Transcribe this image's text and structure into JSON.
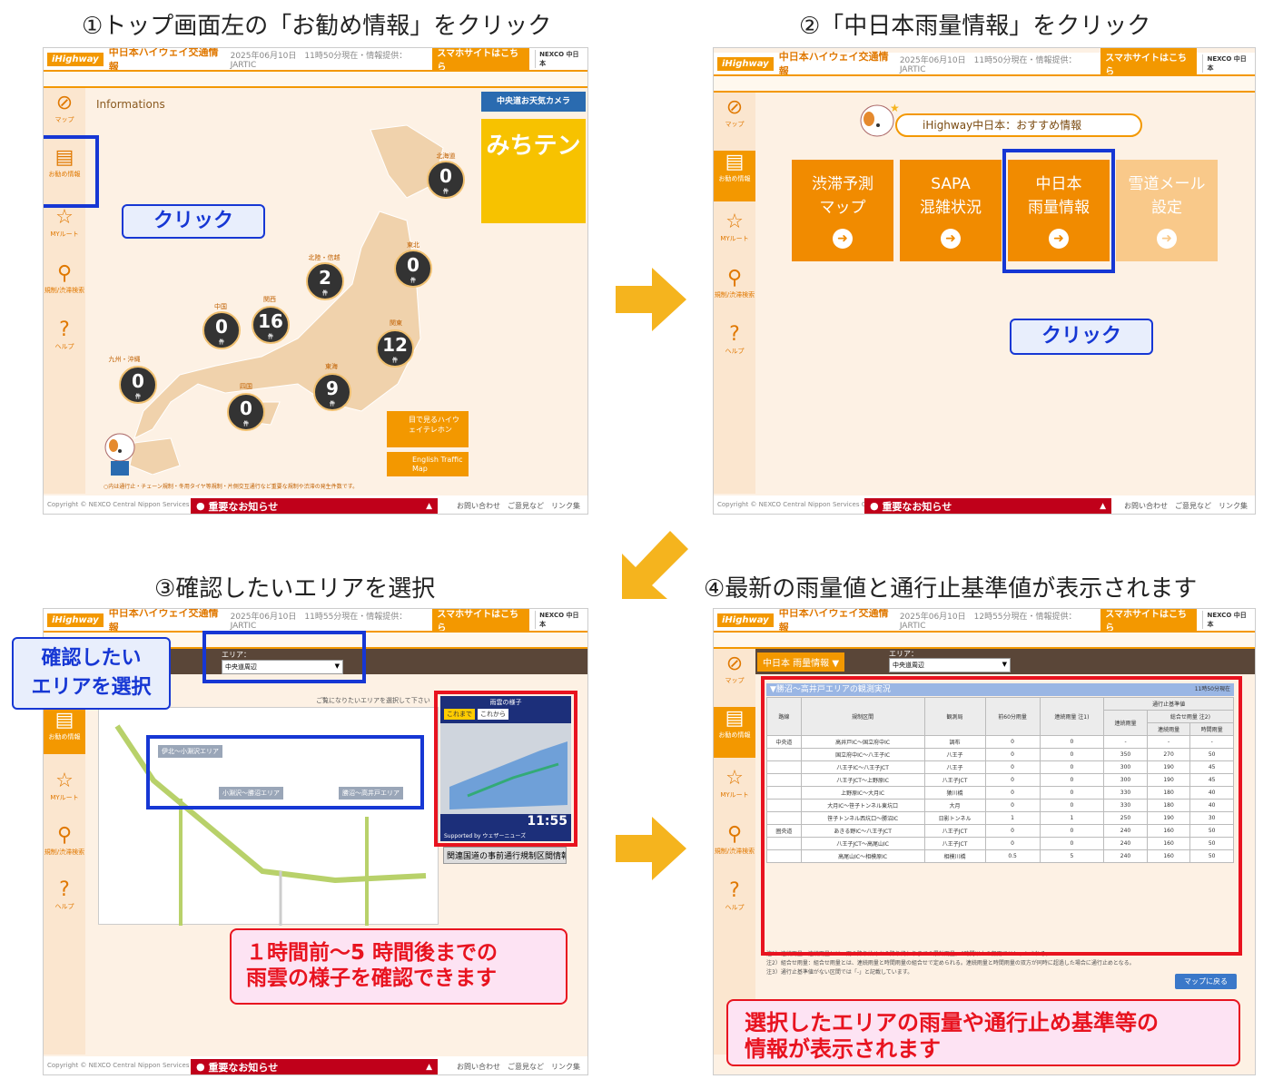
{
  "steps": {
    "s1": "①トップ画面左の「お勧め情報」をクリック",
    "s2": "②「中日本雨量情報」をクリック",
    "s3": "③確認したいエリアを選択",
    "s4": "④最新の雨量値と通行止基準値が表示されます"
  },
  "header": {
    "logo": "iHighway",
    "site": "中日本ハイウェイ交通情報",
    "ts1": "2025年06月10日　11時50分現在・情報提供：JARTIC",
    "ts3": "2025年06月10日　11時55分現在・情報提供：JARTIC",
    "ts4": "2025年06月10日　12時55分現在・情報提供：JARTIC",
    "smart": "スマホサイトはこちら",
    "nexco": "NEXCO 中日本"
  },
  "sidebar": {
    "map": "マップ",
    "recommend": "お勧め情報",
    "myroute": "MYルート",
    "search": "規制/渋滞検索",
    "help": "ヘルプ"
  },
  "footer": {
    "copyright": "Copyright © NEXCO Central Nippon Services Company",
    "important": "重要なお知らせ",
    "links": "お問い合わせ　ご意見など　リンク集"
  },
  "panel1": {
    "informations": "Informations",
    "click": "クリック",
    "camera": "中央道お天気カメラ",
    "app": "みちテン",
    "telecon": "目で見るハイウェイテレホン",
    "english": "English Traffic Map",
    "note": "○内は通行止・チェーン規制・冬用タイヤ等規制・片側交互通行など重要な規制や渋滞の発生件数です。",
    "unit": "件",
    "regions": [
      {
        "name": "北海道",
        "count": "0"
      },
      {
        "name": "東北",
        "count": "0"
      },
      {
        "name": "北陸・信越",
        "count": "2"
      },
      {
        "name": "関西",
        "count": "16"
      },
      {
        "name": "中国",
        "count": "0"
      },
      {
        "name": "関東",
        "count": "12"
      },
      {
        "name": "九州・沖縄",
        "count": "0"
      },
      {
        "name": "東海",
        "count": "9"
      },
      {
        "name": "四国",
        "count": "0"
      }
    ]
  },
  "panel2": {
    "banner": "iHighway中日本：おすすめ情報",
    "tiles": [
      "渋滞予測\nマップ",
      "SAPA\n混雑状況",
      "中日本\n雨量情報",
      "雪道メール\n設定"
    ],
    "click": "クリック"
  },
  "panel3": {
    "callout": "確認したい\nエリアを選択",
    "area_label": "エリア：",
    "area_value": "中央道周辺",
    "areas": [
      "伊北～小淵沢エリア",
      "小淵沢～勝沼エリア",
      "勝沼～高井戸エリア"
    ],
    "rain_title": "雨雲の様子",
    "rain_tabs": [
      "これまで",
      "これから"
    ],
    "rain_time": "11:55",
    "rain_credit": "Supported by ウェザーニューズ",
    "pre_notice": "関連国道の事前通行規制区間情報",
    "pink": "１時間前～5 時間後までの\n雨雲の様子を確認できます",
    "hint": "ご覧になりたいエリアを選択して下さい"
  },
  "panel4": {
    "menu": "中日本 雨量情報",
    "area_label": "エリア：",
    "area_value": "中央道周辺",
    "table_title": "▼勝沼～高井戸エリアの観測実況",
    "table_time": "11時50分現在",
    "headers": [
      "路線",
      "規制区間",
      "観測局",
      "前60分雨量",
      "連続雨量 注1)",
      "通行止基準値",
      "連続雨量",
      "総合せ雨量 注2)",
      "連続雨量",
      "時間雨量"
    ],
    "rows": [
      [
        "中央道",
        "高井戸IC～国立府中IC",
        "調布",
        "0",
        "0",
        "-",
        "-",
        "-"
      ],
      [
        "",
        "国立府中IC～八王子IC",
        "八王子",
        "0",
        "0",
        "350",
        "270",
        "50"
      ],
      [
        "",
        "八王子IC～八王子JCT",
        "八王子",
        "0",
        "0",
        "300",
        "190",
        "45"
      ],
      [
        "",
        "八王子JCT～上野原IC",
        "八王子JCT",
        "0",
        "0",
        "300",
        "190",
        "45"
      ],
      [
        "",
        "上野原IC～大月IC",
        "猿川橋",
        "0",
        "0",
        "330",
        "180",
        "40"
      ],
      [
        "",
        "大月IC～笹子トンネル東坑口",
        "大月",
        "0",
        "0",
        "330",
        "180",
        "40"
      ],
      [
        "",
        "笹子トンネル西坑口～勝沼IC",
        "日影トンネル",
        "1",
        "1",
        "250",
        "190",
        "30"
      ],
      [
        "圏央道",
        "あきる野IC～八王子JCT",
        "八王子JCT",
        "0",
        "0",
        "240",
        "160",
        "50"
      ],
      [
        "",
        "八王子JCT～高尾山IC",
        "八王子JCT",
        "0",
        "0",
        "240",
        "160",
        "50"
      ],
      [
        "",
        "高尾山IC～相模原IC",
        "相模川橋",
        "0.5",
        "5",
        "240",
        "160",
        "50"
      ]
    ],
    "notes": [
      "注1）連続雨量：連続雨量とは、雨の降り始めから降り終わりまでの累計雨量。6時間以上の無雨でリセットされる。",
      "注2）組合せ雨量：組合せ雨量とは、連続雨量と時間雨量の組合せで定められる。連続雨量と時間雨量の双方が同時に超過した場合に通行止めとなる。",
      "注3）通行止基準値がない区間では「-」と記載しています。"
    ],
    "back": "マップに戻る",
    "pink": "選択したエリアの雨量や通行止め基準等の\n情報が表示されます"
  }
}
